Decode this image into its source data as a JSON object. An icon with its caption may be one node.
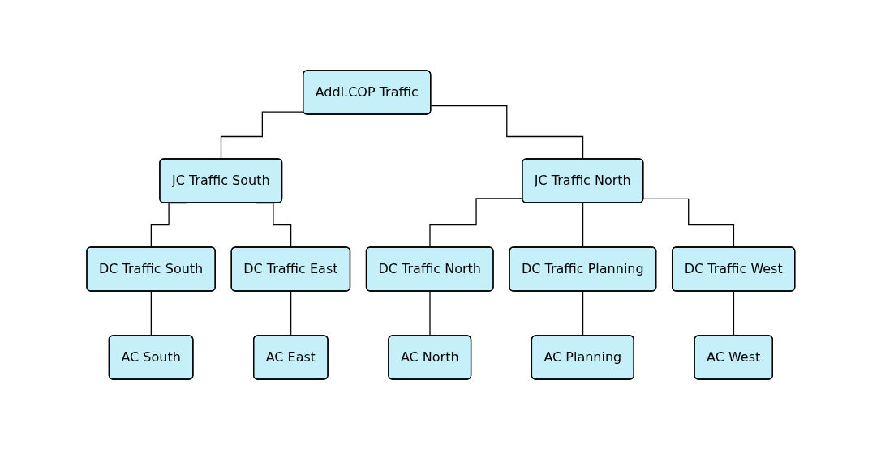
{
  "diagram": {
    "nodes": [
      {
        "text": [
          "Addl.COP Traffic"
        ]
      },
      {
        "text": [
          "JC Traffic South"
        ]
      },
      {
        "text": [
          "JC Traffic North"
        ]
      },
      {
        "text": [
          "DC Traffic South"
        ]
      },
      {
        "text": [
          "DC Traffic East"
        ]
      },
      {
        "text": [
          "DC Traffic North"
        ]
      },
      {
        "text": [
          "DC Traffic Planning"
        ]
      },
      {
        "text": [
          "DC Traffic West"
        ]
      },
      {
        "text": [
          "AC South"
        ]
      },
      {
        "text": [
          "AC East"
        ]
      },
      {
        "text": [
          "AC North"
        ]
      },
      {
        "text": [
          "AC Planning"
        ]
      },
      {
        "text": [
          "AC West"
        ]
      }
    ],
    "edges": [
      {
        "from": 0,
        "to": 1,
        "arrow": "none"
      },
      {
        "from": 0,
        "to": 2,
        "arrow": "none"
      },
      {
        "from": 1,
        "to": 3,
        "arrow": "none"
      },
      {
        "from": 1,
        "to": 4,
        "arrow": "none"
      },
      {
        "from": 2,
        "to": 5,
        "arrow": "none"
      },
      {
        "from": 2,
        "to": 6,
        "arrow": "none"
      },
      {
        "from": 2,
        "to": 7,
        "arrow": "none"
      },
      {
        "from": 3,
        "to": 8,
        "arrow": "none"
      },
      {
        "from": 4,
        "to": 9,
        "arrow": "none"
      },
      {
        "from": 5,
        "to": 10,
        "arrow": "none"
      },
      {
        "from": 6,
        "to": 11,
        "arrow": "none"
      },
      {
        "from": 7,
        "to": 12,
        "arrow": "none"
      }
    ]
  }
}
